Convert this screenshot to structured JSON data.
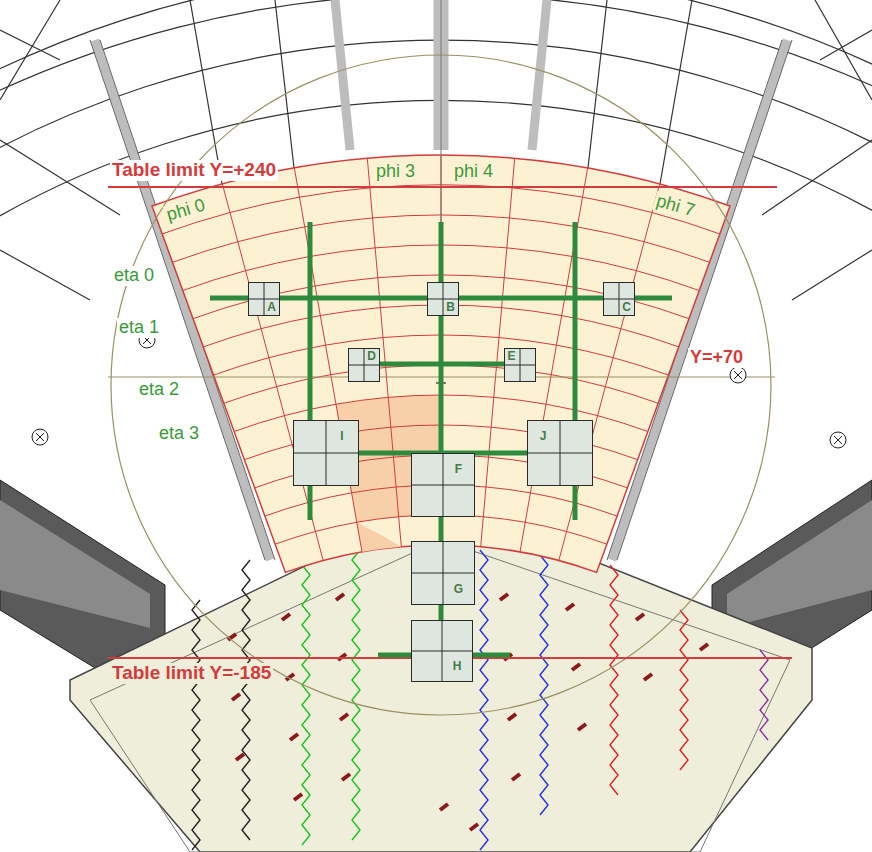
{
  "diagram": {
    "nodes": [
      {
        "text": [
          "A"
        ]
      },
      {
        "text": [
          "B"
        ]
      },
      {
        "text": [
          "C"
        ]
      },
      {
        "text": [
          "D"
        ]
      },
      {
        "text": [
          "E"
        ]
      },
      {
        "text": [
          "I"
        ]
      },
      {
        "text": [
          "J"
        ]
      },
      {
        "text": [
          "F"
        ]
      },
      {
        "text": [
          "G"
        ]
      },
      {
        "text": [
          "H"
        ]
      }
    ],
    "labels": [
      "Table limit Y=+240",
      "phi 3",
      "phi 4",
      "phi 0",
      "phi 7",
      "eta 0",
      "eta 1",
      "eta 2",
      "eta 3",
      "Y=+70",
      "Table limit Y=-185"
    ]
  }
}
